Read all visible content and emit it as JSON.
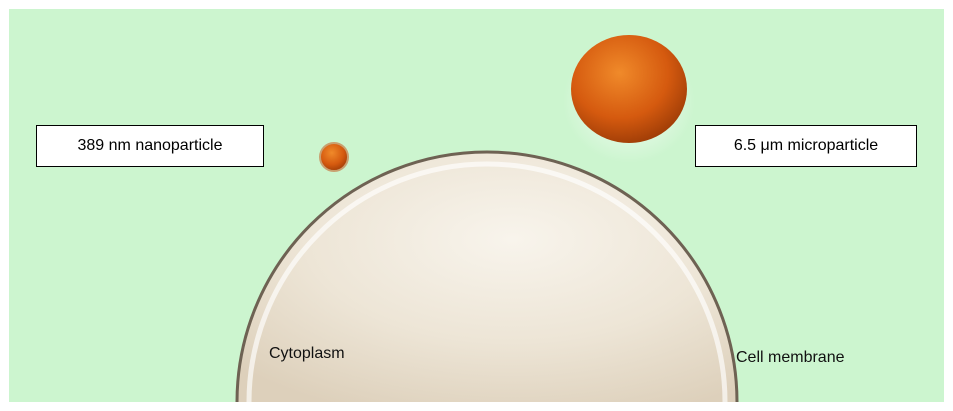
{
  "labels": {
    "nanoparticle": "389 nm nanoparticle",
    "microparticle": "6.5 μm microparticle",
    "cytoplasm": "Cytoplasm",
    "cell_membrane": "Cell membrane"
  },
  "colors": {
    "background": "#ccf5cf",
    "cytoplasm": "#ece4d6",
    "membrane": "#6e6253",
    "particle": "#d65c0f"
  }
}
